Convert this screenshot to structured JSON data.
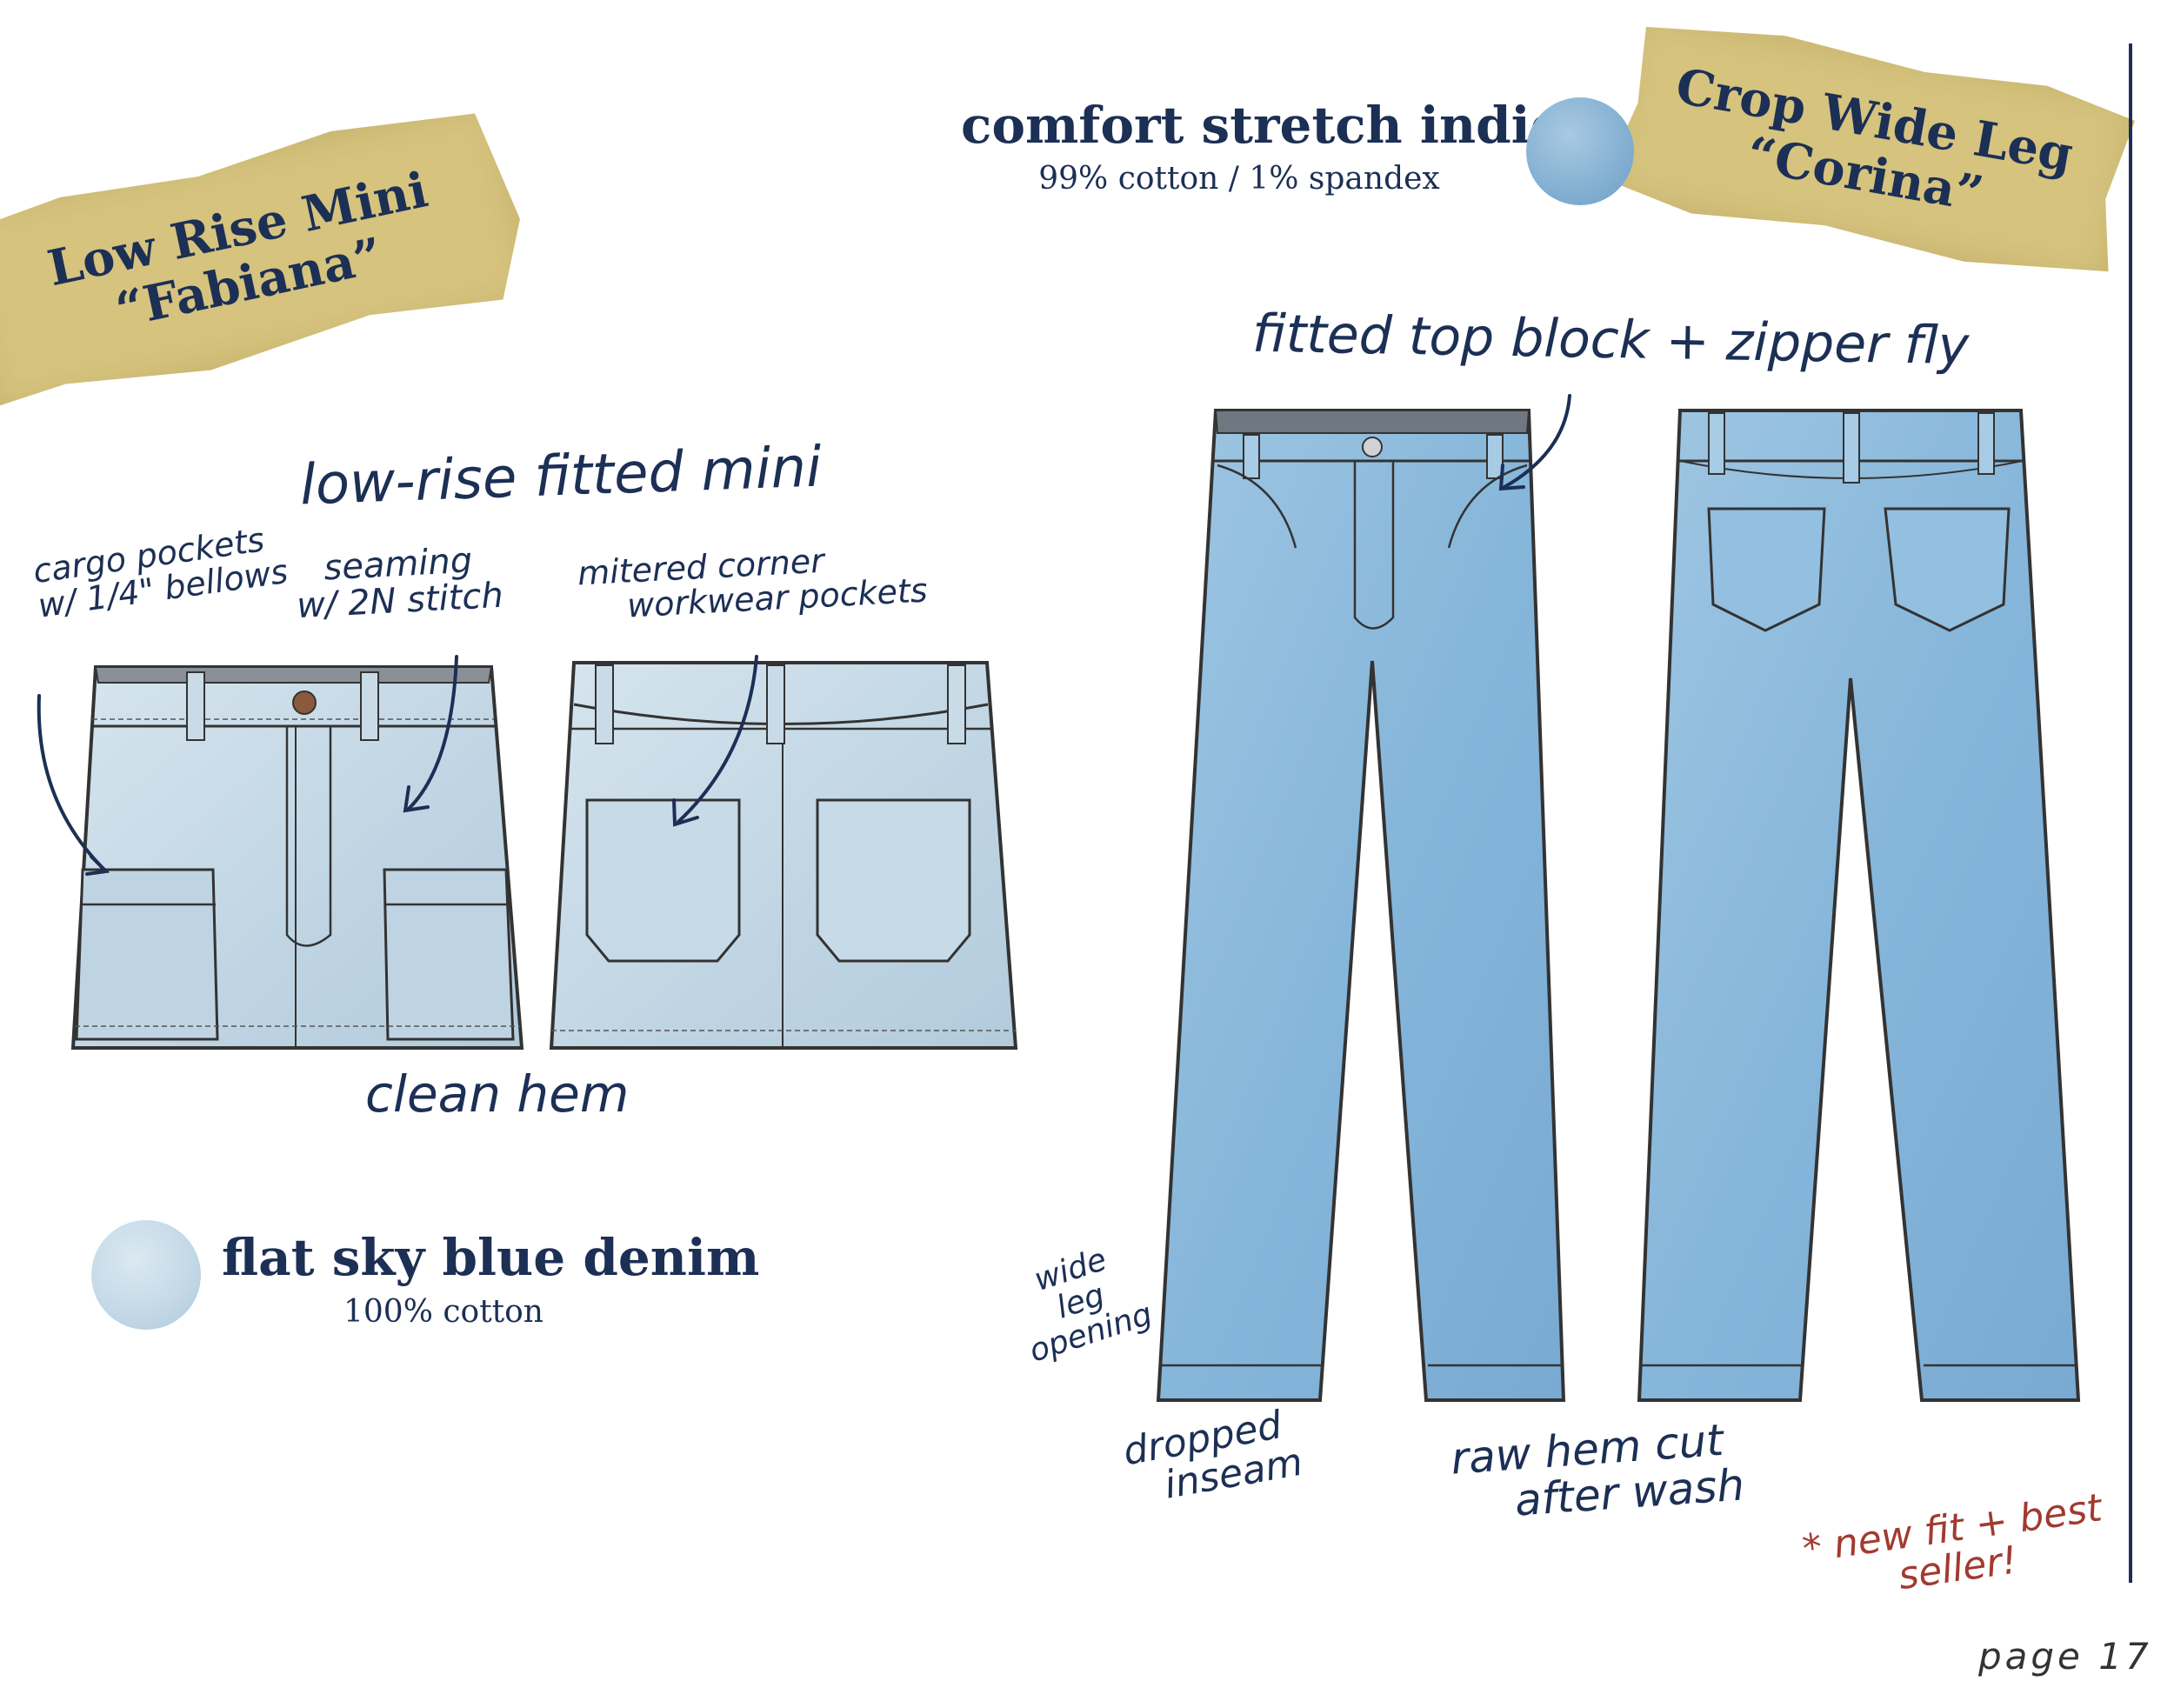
{
  "left_product": {
    "style_name": "Low Rise Mini",
    "style_nickname": "“Fabiana”",
    "headline_note": "low-rise fitted mini",
    "notes": {
      "cargo_pockets_line1": "cargo pockets",
      "cargo_pockets_line2": "w/ 1/4\" bellows",
      "seaming_line1": "seaming",
      "seaming_line2": "w/ 2N stitch",
      "mitered_line1": "mitered corner",
      "mitered_line2": "workwear pockets",
      "hem": "clean hem"
    },
    "fabric": {
      "name": "flat sky blue denim",
      "composition": "100% cotton",
      "swatch_color": "#c3d8e6"
    }
  },
  "right_product": {
    "style_name": "Crop Wide Leg",
    "style_nickname": "“Corina”",
    "fabric": {
      "name": "comfort stretch indigo",
      "composition": "99% cotton / 1% spandex",
      "swatch_color": "#86b2d3"
    },
    "notes": {
      "top_block": "fitted top block + zipper fly",
      "wide_leg_line1": "wide",
      "wide_leg_line2": "leg",
      "wide_leg_line3": "opening",
      "inseam_line1": "dropped",
      "inseam_line2": "inseam",
      "raw_hem_line1": "raw hem cut",
      "raw_hem_line2": "after wash",
      "callout_line1": "* new fit + best",
      "callout_line2": "seller!"
    }
  },
  "colors": {
    "navy_text": "#1c2f55",
    "kraft_tape": "#d5c37e",
    "red_note": "#a23a30",
    "sky_denim": "#c9dce8",
    "indigo_denim": "#8fbadb"
  },
  "page": {
    "label": "page 17"
  }
}
